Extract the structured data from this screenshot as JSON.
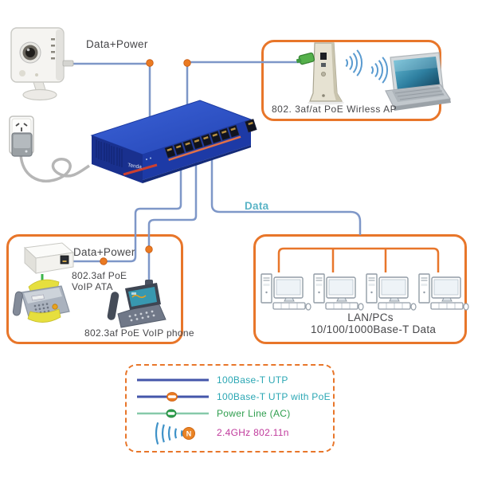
{
  "labels": {
    "camera_link": "Data+Power",
    "ap_caption": "802. 3af/at PoE Wirless AP",
    "data_link": "Data",
    "ata_link": "Data+Power",
    "ata_caption_1": "802.3af PoE",
    "ata_caption_2": "VoIP ATA",
    "phone_caption": "802.3af PoE VoIP phone",
    "lan_caption_1": "LAN/PCs",
    "lan_caption_2": "10/100/1000Base-T Data"
  },
  "switch": {
    "logo": "Tenda",
    "poe_ports": 8,
    "uplink_ports": 1
  },
  "legend": {
    "wifi_badge": "N",
    "items": [
      {
        "symbol": "utp-line",
        "label": "100Base-T UTP",
        "color": "#2ba7b4"
      },
      {
        "symbol": "utp-poe-line",
        "label": "100Base-T UTP with PoE",
        "color": "#2ba7b4"
      },
      {
        "symbol": "power-line",
        "label": "Power Line (AC)",
        "color": "#2f9e4e"
      },
      {
        "symbol": "wifi-waves",
        "label": "2.4GHz 802.11n",
        "color": "#c03a9c"
      }
    ]
  },
  "colors": {
    "group_box_border": "#e8762a",
    "utp_line": "#7e97c8",
    "poe_marker": "#ea7a22",
    "power_line_green": "#3cb54a",
    "lan_bus": "#e8762a",
    "data_label": "#5ab4c6",
    "switch_body": "#2447b8"
  },
  "icons": [
    "ip-camera",
    "power-outlet",
    "power-cable",
    "poe-switch",
    "wireless-ap",
    "green-rj45-plug",
    "wifi-waves",
    "laptop",
    "voip-ata",
    "fax-phone",
    "voip-phone",
    "desktop-pc",
    "poe-dot"
  ]
}
